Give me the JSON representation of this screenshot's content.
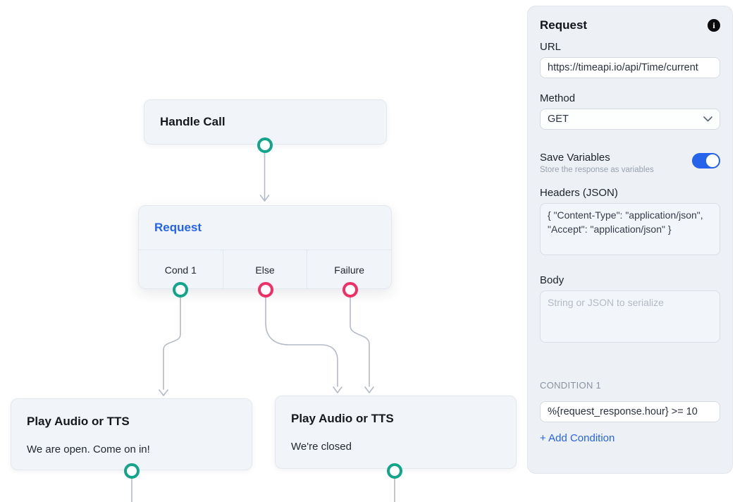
{
  "flow": {
    "handle_call": {
      "title": "Handle Call"
    },
    "request": {
      "title": "Request",
      "branches": [
        "Cond 1",
        "Else",
        "Failure"
      ]
    },
    "play_open": {
      "title": "Play Audio or TTS",
      "message": "We are open. Come on in!"
    },
    "play_closed": {
      "title": "Play Audio or TTS",
      "message": "We're closed"
    }
  },
  "panel": {
    "title": "Request",
    "info_icon_glyph": "i",
    "url_label": "URL",
    "url_value": "https://timeapi.io/api/Time/current",
    "method_label": "Method",
    "method_value": "GET",
    "save_variables_label": "Save Variables",
    "save_variables_hint": "Store the response as variables",
    "save_variables_enabled": true,
    "headers_label": "Headers (JSON)",
    "headers_value": "{ \"Content-Type\": \"application/json\", \"Accept\": \"application/json\" }",
    "body_label": "Body",
    "body_placeholder": "String or JSON to serialize",
    "body_value": "",
    "condition_label": "CONDITION 1",
    "condition_value": "%{request_response.hour} >= 10",
    "add_condition_label": "+ Add Condition"
  },
  "colors": {
    "accent_blue": "#2563eb",
    "connector_teal": "#12a58c",
    "connector_pink": "#ef2f66",
    "edge_gray": "#b4bbc7",
    "node_bg": "#f1f5f9",
    "panel_bg": "#edf1f6"
  }
}
